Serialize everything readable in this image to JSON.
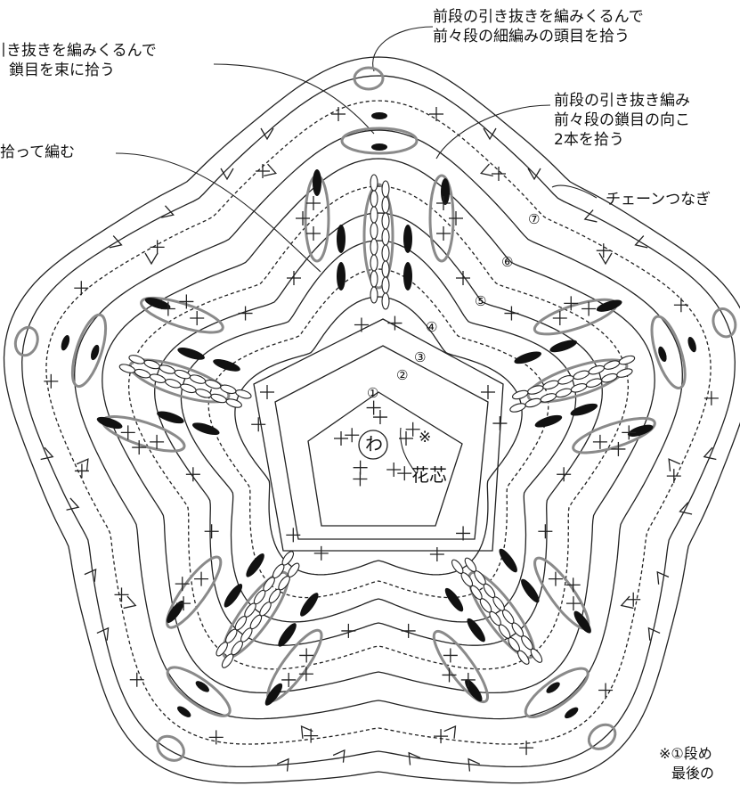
{
  "annotations": {
    "top_center": [
      "前段の引き抜きを編みくるんで",
      "前々段の細編みの頭目を拾う"
    ],
    "top_left": [
      "引き抜きを編みくるんで",
      "鎖目を束に拾う"
    ],
    "left": "拾って編む",
    "top_right": [
      "前段の引き抜き編み",
      "前々段の鎖目の向こ",
      "2本を拾う"
    ],
    "chain_join": "チェーンつなぎ",
    "center_ring": "わ",
    "center_name": "花芯",
    "asterisk": "※",
    "footnote": [
      "※①段め",
      "最後の"
    ]
  },
  "row_numbers": [
    "①",
    "②",
    "③",
    "④",
    "⑤",
    "⑥",
    "⑦"
  ],
  "colors": {
    "line": "#222222",
    "oval_gray": "#8a8a8a",
    "fill_black": "#111111"
  }
}
